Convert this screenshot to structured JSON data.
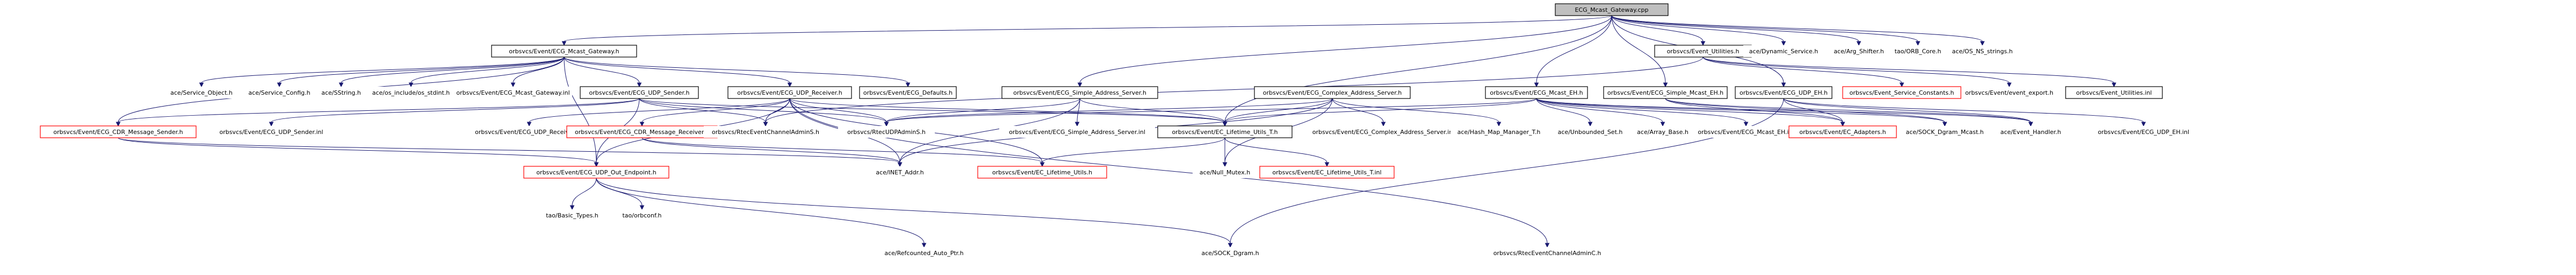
{
  "colors": {
    "root_fill": "#bfbfbf",
    "box_stroke_black": "#000000",
    "box_stroke_red": "#ff0000",
    "edge": "#191970",
    "text": "#000000"
  },
  "nodes": [
    {
      "id": "n0",
      "label": "ECG_Mcast_Gateway.cpp",
      "style": "root"
    },
    {
      "id": "n1",
      "label": "orbsvcs/Event/ECG_Mcast_Gateway.h",
      "style": "black"
    },
    {
      "id": "n2",
      "label": "orbsvcs/Event_Utilities.h",
      "style": "black"
    },
    {
      "id": "n3",
      "label": "ace/Dynamic_Service.h",
      "style": "none"
    },
    {
      "id": "n4",
      "label": "ace/Arg_Shifter.h",
      "style": "none"
    },
    {
      "id": "n5",
      "label": "tao/ORB_Core.h",
      "style": "none"
    },
    {
      "id": "n6",
      "label": "ace/OS_NS_strings.h",
      "style": "none"
    },
    {
      "id": "n7",
      "label": "ace/Service_Object.h",
      "style": "none"
    },
    {
      "id": "n8",
      "label": "ace/Service_Config.h",
      "style": "none"
    },
    {
      "id": "n9",
      "label": "ace/SString.h",
      "style": "none"
    },
    {
      "id": "n10",
      "label": "ace/os_include/os_stdint.h",
      "style": "none"
    },
    {
      "id": "n11",
      "label": "orbsvcs/Event/ECG_Mcast_Gateway.inl",
      "style": "none"
    },
    {
      "id": "n12",
      "label": "orbsvcs/Event/ECG_UDP_Sender.h",
      "style": "black"
    },
    {
      "id": "n13",
      "label": "orbsvcs/Event/ECG_UDP_Receiver.h",
      "style": "black"
    },
    {
      "id": "n14",
      "label": "orbsvcs/Event/ECG_Defaults.h",
      "style": "black"
    },
    {
      "id": "n15",
      "label": "orbsvcs/Event/ECG_Simple_Address_Server.h",
      "style": "black"
    },
    {
      "id": "n16",
      "label": "orbsvcs/Event/ECG_Complex_Address_Server.h",
      "style": "black"
    },
    {
      "id": "n17",
      "label": "orbsvcs/Event/ECG_Mcast_EH.h",
      "style": "black"
    },
    {
      "id": "n18",
      "label": "orbsvcs/Event/ECG_Simple_Mcast_EH.h",
      "style": "black"
    },
    {
      "id": "n19",
      "label": "orbsvcs/Event/ECG_UDP_EH.h",
      "style": "black"
    },
    {
      "id": "n20",
      "label": "orbsvcs/Event_Service_Constants.h",
      "style": "red"
    },
    {
      "id": "n21",
      "label": "orbsvcs/Event/event_export.h",
      "style": "none"
    },
    {
      "id": "n22",
      "label": "orbsvcs/Event_Utilities.inl",
      "style": "black"
    },
    {
      "id": "n23",
      "label": "orbsvcs/Event/ECG_CDR_Message_Sender.h",
      "style": "red"
    },
    {
      "id": "n24",
      "label": "orbsvcs/Event/ECG_UDP_Sender.inl",
      "style": "none"
    },
    {
      "id": "n25",
      "label": "orbsvcs/Event/ECG_UDP_Receiver.inl",
      "style": "none"
    },
    {
      "id": "n26",
      "label": "orbsvcs/Event/ECG_CDR_Message_Receiver.h",
      "style": "red"
    },
    {
      "id": "n27",
      "label": "orbsvcs/RtecEventChannelAdminS.h",
      "style": "none"
    },
    {
      "id": "n28",
      "label": "orbsvcs/RtecUDPAdminS.h",
      "style": "none"
    },
    {
      "id": "n29",
      "label": "orbsvcs/Event/ECG_Simple_Address_Server.inl",
      "style": "none"
    },
    {
      "id": "n30",
      "label": "orbsvcs/Event/EC_Lifetime_Utils_T.h",
      "style": "black"
    },
    {
      "id": "n31",
      "label": "orbsvcs/Event/ECG_Complex_Address_Server.inl",
      "style": "none"
    },
    {
      "id": "n32",
      "label": "ace/Hash_Map_Manager_T.h",
      "style": "none"
    },
    {
      "id": "n33",
      "label": "ace/Unbounded_Set.h",
      "style": "none"
    },
    {
      "id": "n34",
      "label": "ace/Array_Base.h",
      "style": "none"
    },
    {
      "id": "n35",
      "label": "orbsvcs/Event/ECG_Mcast_EH.inl",
      "style": "none"
    },
    {
      "id": "n36",
      "label": "orbsvcs/Event/EC_Adapters.h",
      "style": "red"
    },
    {
      "id": "n37",
      "label": "ace/SOCK_Dgram_Mcast.h",
      "style": "none"
    },
    {
      "id": "n38",
      "label": "ace/Event_Handler.h",
      "style": "none"
    },
    {
      "id": "n39",
      "label": "orbsvcs/Event/ECG_UDP_EH.inl",
      "style": "none"
    },
    {
      "id": "n40",
      "label": "orbsvcs/Event/ECG_UDP_Out_Endpoint.h",
      "style": "red"
    },
    {
      "id": "n41",
      "label": "ace/INET_Addr.h",
      "style": "none"
    },
    {
      "id": "n42",
      "label": "orbsvcs/Event/EC_Lifetime_Utils.h",
      "style": "red"
    },
    {
      "id": "n43",
      "label": "ace/Null_Mutex.h",
      "style": "none"
    },
    {
      "id": "n44",
      "label": "orbsvcs/Event/EC_Lifetime_Utils_T.inl",
      "style": "red"
    },
    {
      "id": "n45",
      "label": "tao/Basic_Types.h",
      "style": "none"
    },
    {
      "id": "n46",
      "label": "tao/orbconf.h",
      "style": "none"
    },
    {
      "id": "n47",
      "label": "ace/Refcounted_Auto_Ptr.h",
      "style": "none"
    },
    {
      "id": "n48",
      "label": "ace/SOCK_Dgram.h",
      "style": "none"
    },
    {
      "id": "n49",
      "label": "orbsvcs/RtecEventChannelAdminC.h",
      "style": "none"
    }
  ]
}
